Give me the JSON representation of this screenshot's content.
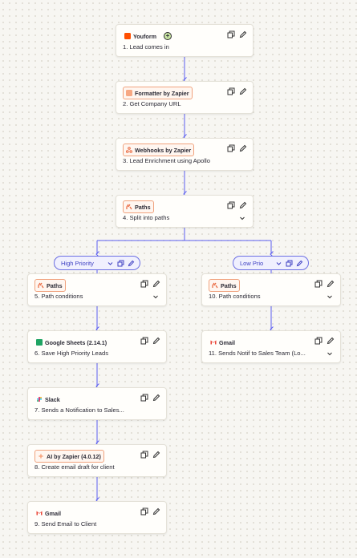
{
  "colors": {
    "wire": "#5b5ef0",
    "badge_border": "#f0a27d",
    "zapier_orange": "#ff4f00"
  },
  "steps": [
    {
      "app": "Youform",
      "title": "1. Lead comes in",
      "icon": "youform-icon"
    },
    {
      "app": "Formatter by Zapier",
      "title": "2. Get Company URL",
      "icon": "formatter-icon"
    },
    {
      "app": "Webhooks by Zapier",
      "title": "3. Lead Enrichment using Apollo",
      "icon": "webhook-icon"
    },
    {
      "app": "Paths",
      "title": "4. Split into paths",
      "icon": "paths-icon"
    },
    {
      "app": "Paths",
      "title": "5. Path conditions",
      "icon": "paths-icon"
    },
    {
      "app": "Google Sheets (2.14.1)",
      "title": "6. Save High Priority Leads",
      "icon": "google-sheets-icon"
    },
    {
      "app": "Slack",
      "title": "7. Sends a Notification to Sales...",
      "icon": "slack-icon"
    },
    {
      "app": "AI by Zapier (4.0.12)",
      "title": "8. Create email draft for client",
      "icon": "ai-sparkle-icon"
    },
    {
      "app": "Gmail",
      "title": "9. Send Email to Client",
      "icon": "gmail-icon"
    },
    {
      "app": "Paths",
      "title": "10. Path conditions",
      "icon": "paths-icon"
    },
    {
      "app": "Gmail",
      "title": "11. Sends Notif to Sales Team (Lo...",
      "icon": "gmail-icon"
    }
  ],
  "branches": [
    {
      "label": "High Priority"
    },
    {
      "label": "Low Prio"
    }
  ]
}
